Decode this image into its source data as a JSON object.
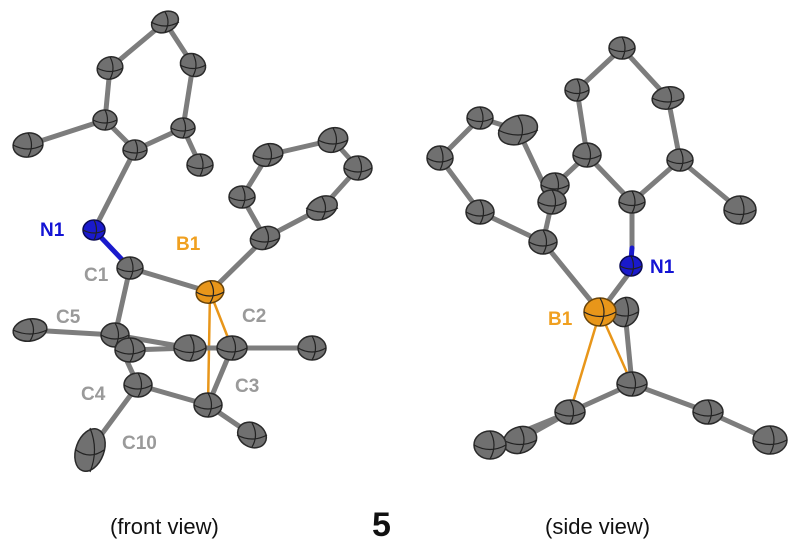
{
  "panels": {
    "front": {
      "caption": "(front view)",
      "labels": {
        "n1": "N1",
        "b1": "B1",
        "c1": "C1",
        "c2": "C2",
        "c3": "C3",
        "c4": "C4",
        "c5": "C5",
        "c10": "C10"
      }
    },
    "side": {
      "caption": "(side view)",
      "labels": {
        "b1": "B1",
        "n1": "N1"
      }
    }
  },
  "compound_number": "5",
  "colors": {
    "carbon": "#707070",
    "boron": "#e8961a",
    "nitrogen": "#1a1acc",
    "carbon_label": "#9a9a9a"
  }
}
